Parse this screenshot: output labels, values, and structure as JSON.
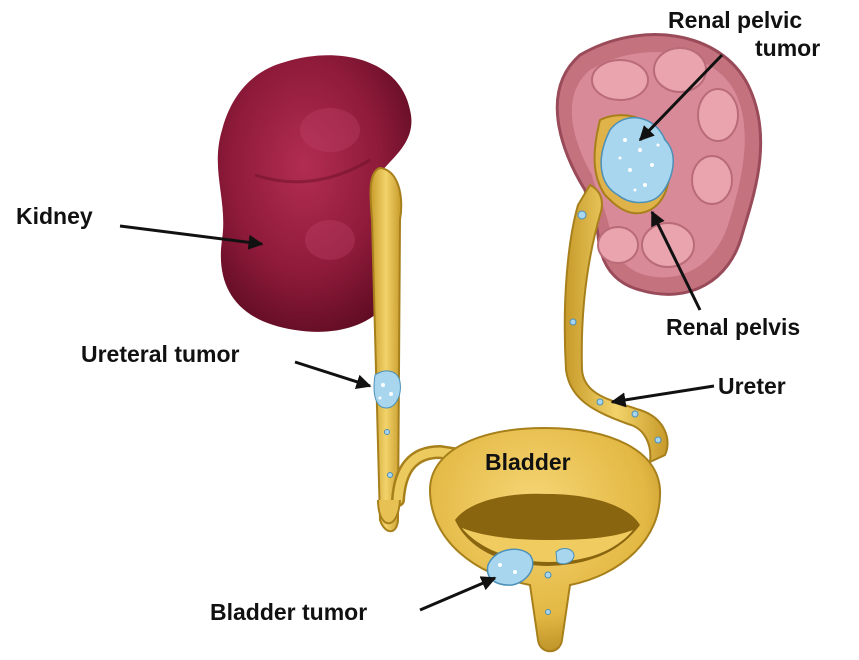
{
  "labels": {
    "renal_pelvic_tumor": [
      "Renal pelvic",
      "tumor"
    ],
    "kidney": "Kidney",
    "ureteral_tumor": "Ureteral tumor",
    "renal_pelvis": "Renal pelvis",
    "ureter": "Ureter",
    "bladder": "Bladder",
    "bladder_tumor": "Bladder tumor"
  },
  "colors": {
    "kidney": "#8e1a3a",
    "kidney_cut": "#d98a98",
    "ureter_fill": "#e8c154",
    "ureter_edge": "#a7801c",
    "bladder": "#e3b843",
    "tumor": "#a8d6ef",
    "text": "#111111"
  }
}
